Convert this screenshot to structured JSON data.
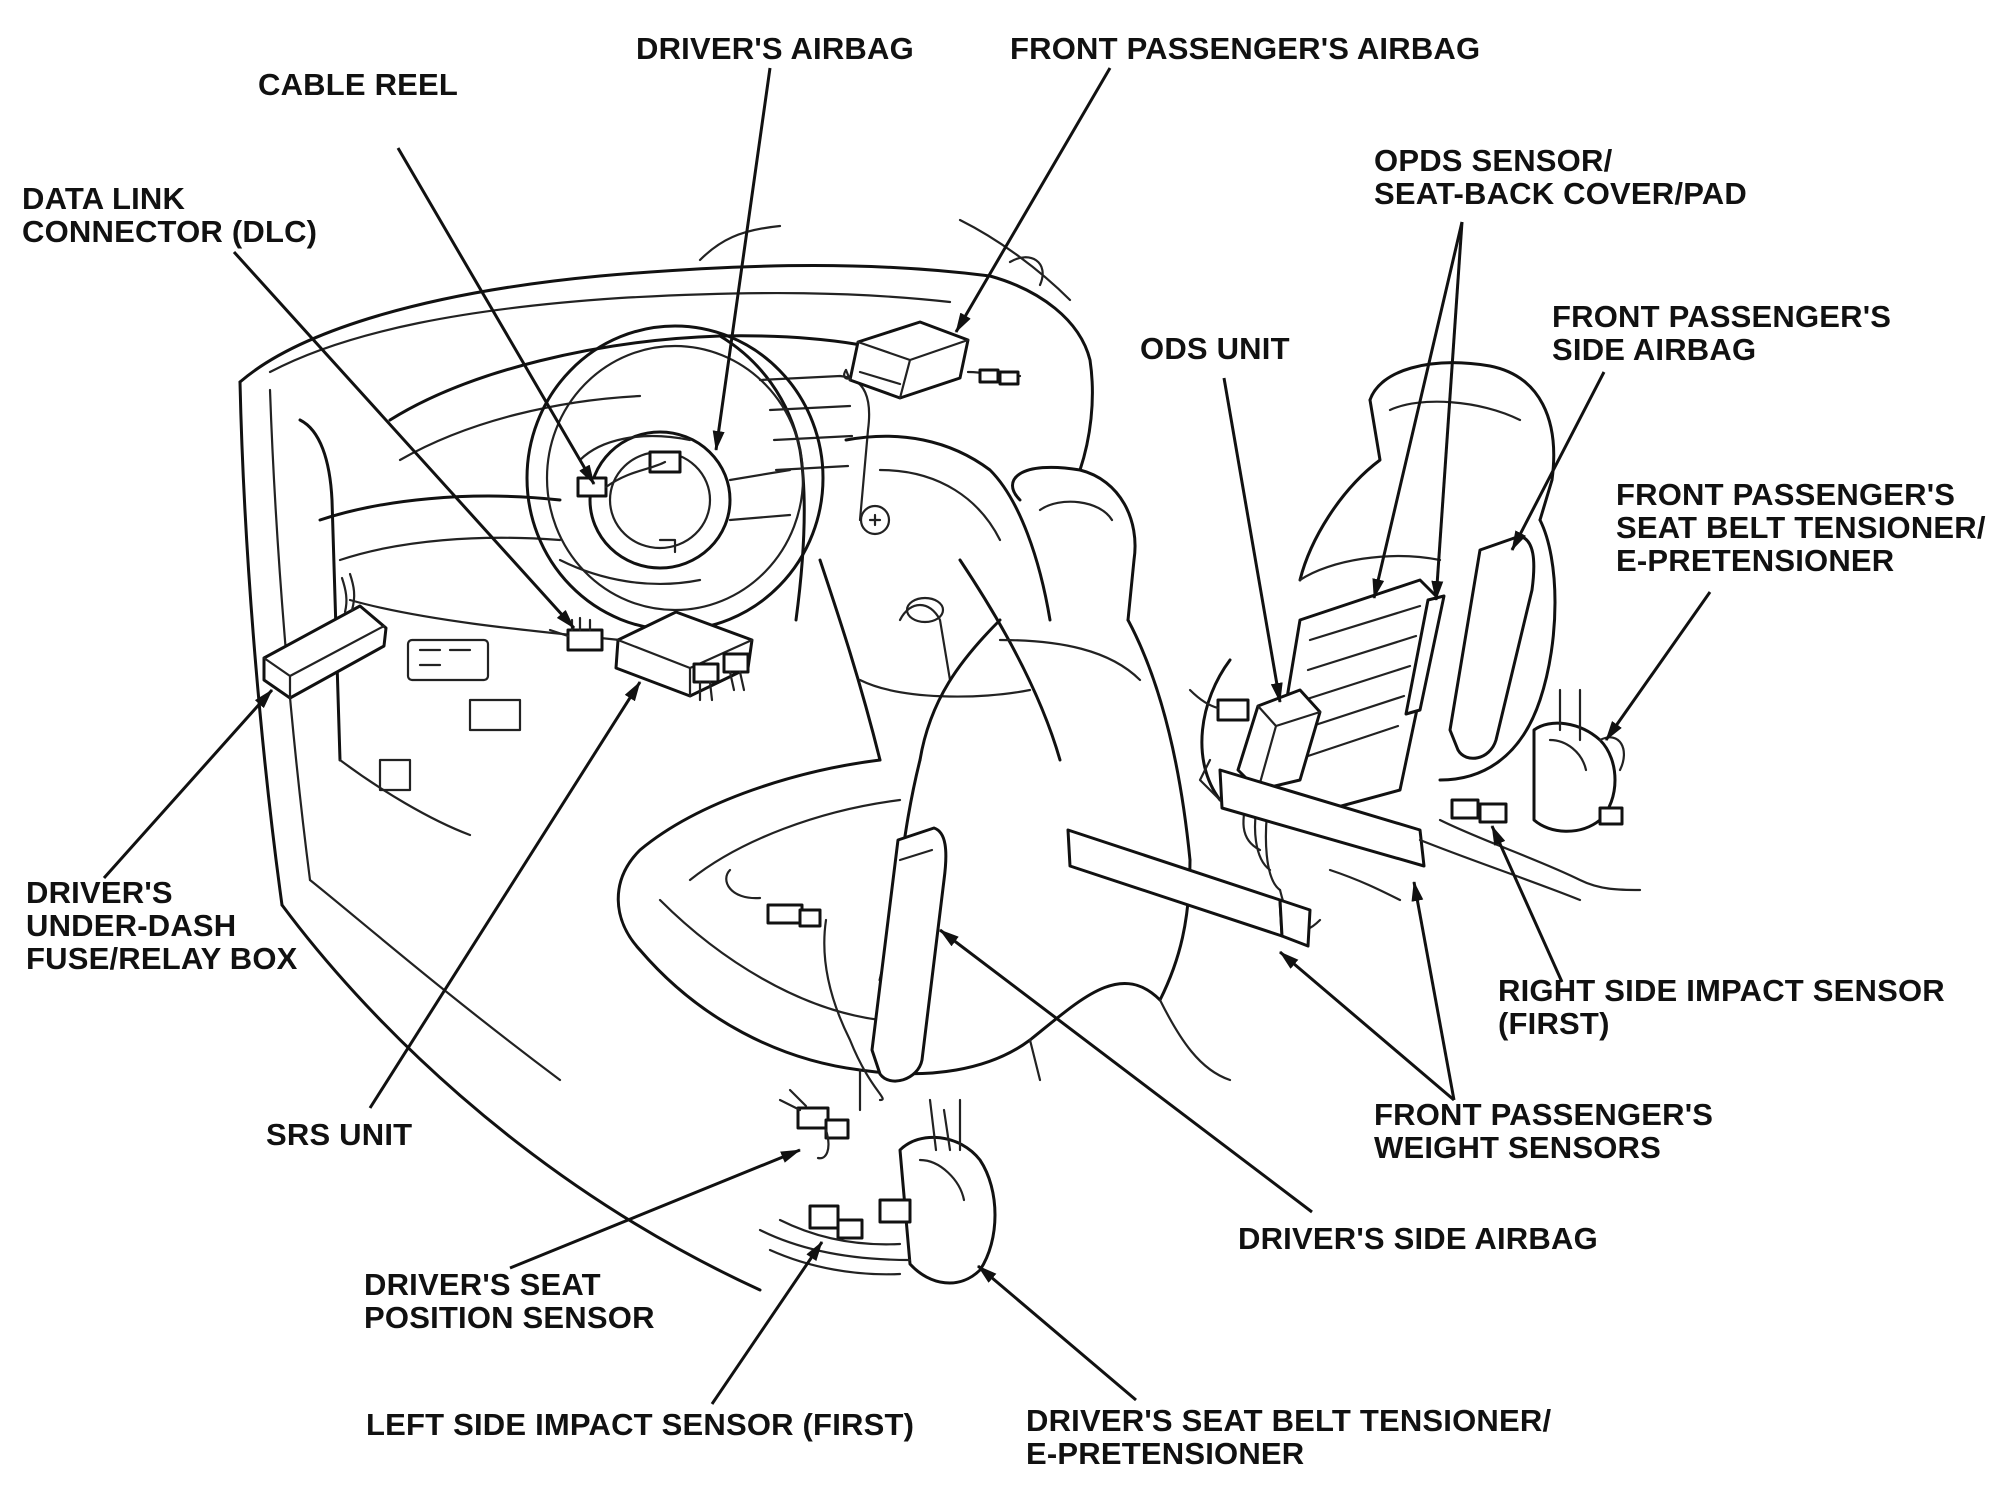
{
  "labels": {
    "drivers_airbag": [
      "DRIVER'S AIRBAG"
    ],
    "front_passengers_airbag": [
      "FRONT PASSENGER'S AIRBAG"
    ],
    "cable_reel": [
      "CABLE REEL"
    ],
    "data_link_connector": [
      "DATA LINK",
      "CONNECTOR (DLC)"
    ],
    "opds_sensor": [
      "OPDS SENSOR/",
      "SEAT-BACK COVER/PAD"
    ],
    "front_passengers_side_airbag": [
      "FRONT PASSENGER'S",
      "SIDE AIRBAG"
    ],
    "ods_unit": [
      "ODS UNIT"
    ],
    "front_passengers_seat_belt_tensioner": [
      "FRONT PASSENGER'S",
      "SEAT BELT TENSIONER/",
      "E-PRETENSIONER"
    ],
    "drivers_under_dash_fuse_box": [
      "DRIVER'S",
      "UNDER-DASH",
      "FUSE/RELAY BOX"
    ],
    "right_side_impact_sensor": [
      "RIGHT SIDE IMPACT SENSOR",
      "(FIRST)"
    ],
    "front_passengers_weight_sensors": [
      "FRONT PASSENGER'S",
      "WEIGHT SENSORS"
    ],
    "srs_unit": [
      "SRS UNIT"
    ],
    "drivers_side_airbag": [
      "DRIVER'S SIDE AIRBAG"
    ],
    "drivers_seat_position_sensor": [
      "DRIVER'S SEAT",
      "POSITION SENSOR"
    ],
    "left_side_impact_sensor": [
      "LEFT SIDE IMPACT SENSOR (FIRST)"
    ],
    "drivers_seat_belt_tensioner": [
      "DRIVER'S SEAT BELT TENSIONER/",
      "E-PRETENSIONER"
    ]
  }
}
